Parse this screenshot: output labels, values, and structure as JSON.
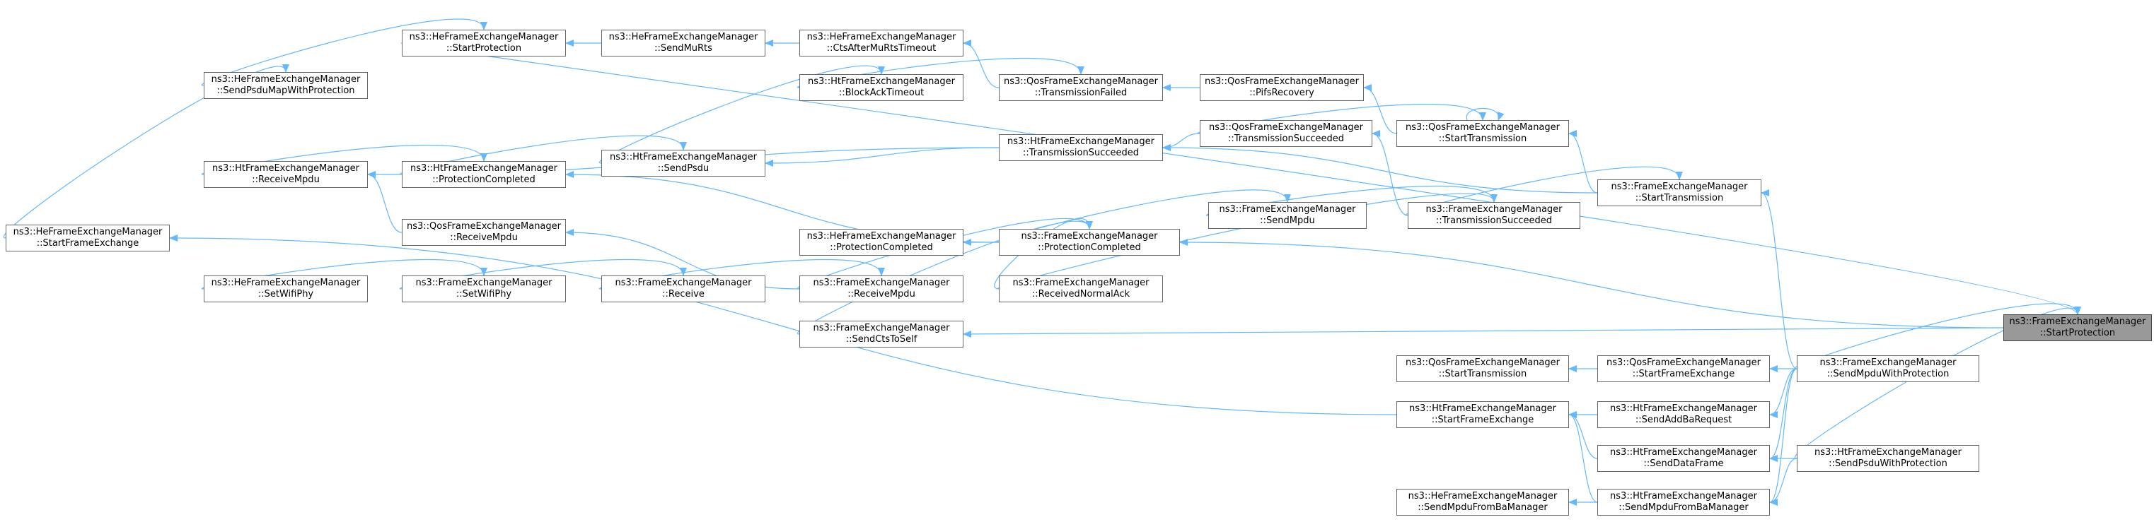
{
  "diagram": {
    "type": "caller-graph",
    "edge_color": "#63b8ff",
    "highlight_fill": "#999999",
    "nodes": [
      {
        "id": "n0",
        "l1": "ns3::FrameExchangeManager",
        "l2": "::StartProtection",
        "hl": true
      },
      {
        "id": "n1",
        "l1": "ns3::HeFrameExchangeManager",
        "l2": "::StartProtection"
      },
      {
        "id": "n2",
        "l1": "ns3::HeFrameExchangeManager",
        "l2": "::SendMuRts"
      },
      {
        "id": "n3",
        "l1": "ns3::HeFrameExchangeManager",
        "l2": "::CtsAfterMuRtsTimeout"
      },
      {
        "id": "n4",
        "l1": "ns3::HeFrameExchangeManager",
        "l2": "::SendPsduMapWithProtection"
      },
      {
        "id": "n5",
        "l1": "ns3::HtFrameExchangeManager",
        "l2": "::BlockAckTimeout"
      },
      {
        "id": "n6",
        "l1": "ns3::QosFrameExchangeManager",
        "l2": "::TransmissionFailed"
      },
      {
        "id": "n7",
        "l1": "ns3::QosFrameExchangeManager",
        "l2": "::PifsRecovery"
      },
      {
        "id": "n8",
        "l1": "ns3::QosFrameExchangeManager",
        "l2": "::StartTransmission"
      },
      {
        "id": "n9",
        "l1": "ns3::QosFrameExchangeManager",
        "l2": "::TransmissionSucceeded"
      },
      {
        "id": "n10",
        "l1": "ns3::HtFrameExchangeManager",
        "l2": "::TransmissionSucceeded"
      },
      {
        "id": "n11",
        "l1": "ns3::HtFrameExchangeManager",
        "l2": "::ReceiveMpdu"
      },
      {
        "id": "n12",
        "l1": "ns3::HtFrameExchangeManager",
        "l2": "::ProtectionCompleted"
      },
      {
        "id": "n13",
        "l1": "ns3::HtFrameExchangeManager",
        "l2": "::SendPsdu"
      },
      {
        "id": "n14",
        "l1": "ns3::FrameExchangeManager",
        "l2": "::StartTransmission"
      },
      {
        "id": "n15",
        "l1": "ns3::HeFrameExchangeManager",
        "l2": "::StartFrameExchange"
      },
      {
        "id": "n16",
        "l1": "ns3::QosFrameExchangeManager",
        "l2": "::ReceiveMpdu"
      },
      {
        "id": "n17",
        "l1": "ns3::HeFrameExchangeManager",
        "l2": "::ProtectionCompleted"
      },
      {
        "id": "n18",
        "l1": "ns3::FrameExchangeManager",
        "l2": "::ProtectionCompleted"
      },
      {
        "id": "n19",
        "l1": "ns3::FrameExchangeManager",
        "l2": "::SendMpdu"
      },
      {
        "id": "n20",
        "l1": "ns3::FrameExchangeManager",
        "l2": "::TransmissionSucceeded"
      },
      {
        "id": "n21",
        "l1": "ns3::HeFrameExchangeManager",
        "l2": "::SetWifiPhy"
      },
      {
        "id": "n22",
        "l1": "ns3::FrameExchangeManager",
        "l2": "::SetWifiPhy"
      },
      {
        "id": "n23",
        "l1": "ns3::FrameExchangeManager",
        "l2": "::Receive"
      },
      {
        "id": "n24",
        "l1": "ns3::FrameExchangeManager",
        "l2": "::ReceiveMpdu"
      },
      {
        "id": "n25",
        "l1": "ns3::FrameExchangeManager",
        "l2": "::ReceivedNormalAck"
      },
      {
        "id": "n26",
        "l1": "ns3::FrameExchangeManager",
        "l2": "::SendCtsToSelf"
      },
      {
        "id": "n27",
        "l1": "ns3::QosFrameExchangeManager",
        "l2": "::StartTransmission"
      },
      {
        "id": "n28",
        "l1": "ns3::QosFrameExchangeManager",
        "l2": "::StartFrameExchange"
      },
      {
        "id": "n29",
        "l1": "ns3::FrameExchangeManager",
        "l2": "::SendMpduWithProtection"
      },
      {
        "id": "n30",
        "l1": "ns3::HtFrameExchangeManager",
        "l2": "::StartFrameExchange"
      },
      {
        "id": "n31",
        "l1": "ns3::HtFrameExchangeManager",
        "l2": "::SendAddBaRequest"
      },
      {
        "id": "n32",
        "l1": "ns3::HtFrameExchangeManager",
        "l2": "::SendDataFrame"
      },
      {
        "id": "n33",
        "l1": "ns3::HtFrameExchangeManager",
        "l2": "::SendPsduWithProtection"
      },
      {
        "id": "n34",
        "l1": "ns3::HeFrameExchangeManager",
        "l2": "::SendMpduFromBaManager"
      },
      {
        "id": "n35",
        "l1": "ns3::HtFrameExchangeManager",
        "l2": "::SendMpduFromBaManager"
      }
    ],
    "edges": [
      [
        "n1",
        "n0"
      ],
      [
        "n2",
        "n1"
      ],
      [
        "n3",
        "n2"
      ],
      [
        "n6",
        "n3"
      ],
      [
        "n4",
        "n1"
      ],
      [
        "n15",
        "n4"
      ],
      [
        "n5",
        "n6"
      ],
      [
        "n7",
        "n6"
      ],
      [
        "n8",
        "n7"
      ],
      [
        "n9",
        "n8"
      ],
      [
        "n8",
        "n8"
      ],
      [
        "n14",
        "n8"
      ],
      [
        "n13",
        "n5"
      ],
      [
        "n12",
        "n13"
      ],
      [
        "n11",
        "n12"
      ],
      [
        "n10",
        "n11"
      ],
      [
        "n10",
        "n13"
      ],
      [
        "n14",
        "n10"
      ],
      [
        "n9",
        "n10"
      ],
      [
        "n20",
        "n9"
      ],
      [
        "n20",
        "n14"
      ],
      [
        "n29",
        "n14"
      ],
      [
        "n16",
        "n11"
      ],
      [
        "n18",
        "n12"
      ],
      [
        "n18",
        "n17"
      ],
      [
        "n18",
        "n19"
      ],
      [
        "n19",
        "n20"
      ],
      [
        "n24",
        "n16"
      ],
      [
        "n24",
        "n18"
      ],
      [
        "n25",
        "n18"
      ],
      [
        "n25",
        "n20"
      ],
      [
        "n26",
        "n18"
      ],
      [
        "n23",
        "n24"
      ],
      [
        "n22",
        "n23"
      ],
      [
        "n21",
        "n22"
      ],
      [
        "n30",
        "n15"
      ],
      [
        "n0",
        "n18"
      ],
      [
        "n0",
        "n26"
      ],
      [
        "n28",
        "n27"
      ],
      [
        "n29",
        "n28"
      ],
      [
        "n29",
        "n31"
      ],
      [
        "n29",
        "n32"
      ],
      [
        "n29",
        "n35"
      ],
      [
        "n29",
        "n0"
      ],
      [
        "n31",
        "n30"
      ],
      [
        "n32",
        "n30"
      ],
      [
        "n35",
        "n30"
      ],
      [
        "n33",
        "n32"
      ],
      [
        "n33",
        "n35"
      ],
      [
        "n33",
        "n0"
      ],
      [
        "n35",
        "n34"
      ]
    ]
  }
}
